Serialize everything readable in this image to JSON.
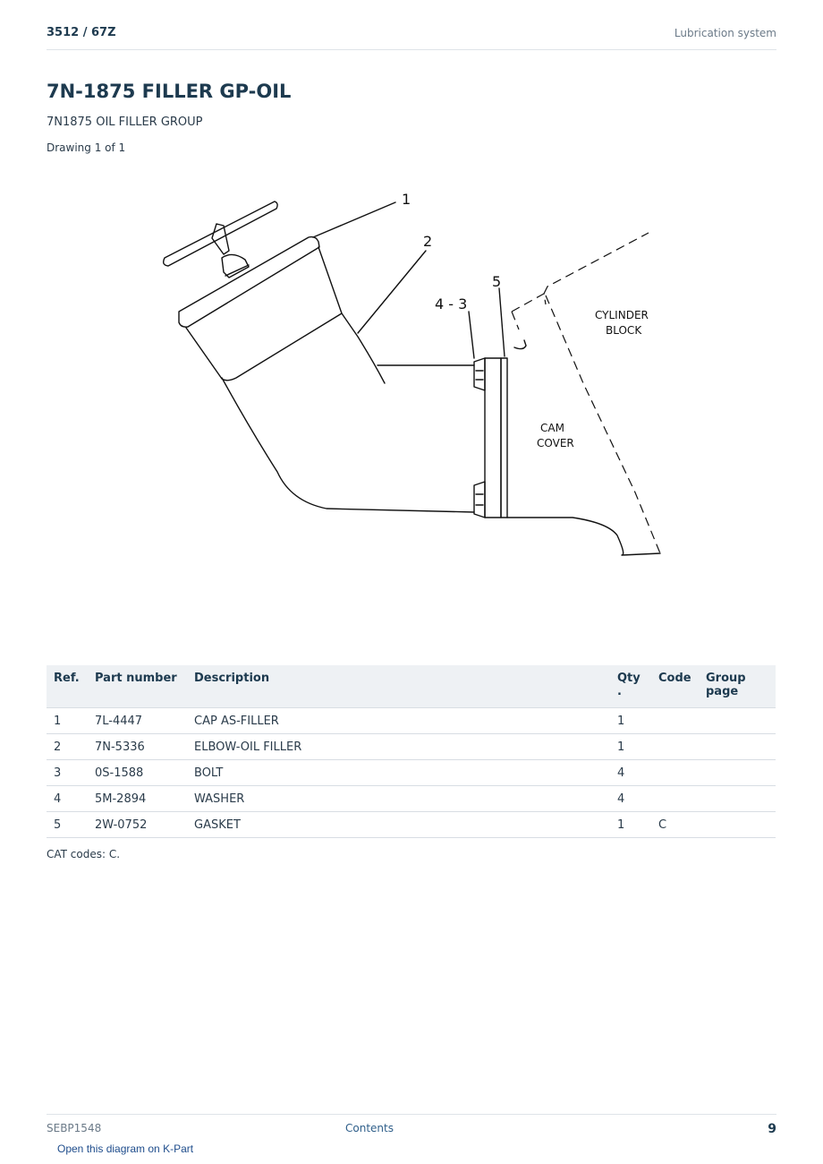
{
  "header": {
    "model": "3512  /  67Z",
    "section": "Lubrication system"
  },
  "title": "7N-1875 FILLER GP-OIL",
  "subtitle": "7N1875 OIL FILLER GROUP",
  "drawing_count": "Drawing 1 of 1",
  "diagram": {
    "callouts": [
      "1",
      "2",
      "4 - 3",
      "5"
    ],
    "labels": {
      "cylinder_block": [
        "CYLINDER",
        "BLOCK"
      ],
      "cam_cover": [
        "CAM",
        "COVER"
      ]
    }
  },
  "table": {
    "headers": {
      "ref": "Ref.",
      "part_number": "Part number",
      "description": "Description",
      "qty": "Qty\n.",
      "code": "Code",
      "group_page": "Group\npage"
    },
    "rows": [
      {
        "ref": "1",
        "part_number": "7L-4447",
        "description": "CAP AS-FILLER",
        "qty": "1",
        "code": "",
        "group_page": ""
      },
      {
        "ref": "2",
        "part_number": "7N-5336",
        "description": "ELBOW-OIL FILLER",
        "qty": "1",
        "code": "",
        "group_page": ""
      },
      {
        "ref": "3",
        "part_number": "0S-1588",
        "description": "BOLT",
        "qty": "4",
        "code": "",
        "group_page": ""
      },
      {
        "ref": "4",
        "part_number": "5M-2894",
        "description": "WASHER",
        "qty": "4",
        "code": "",
        "group_page": ""
      },
      {
        "ref": "5",
        "part_number": "2W-0752",
        "description": "GASKET",
        "qty": "1",
        "code": "C",
        "group_page": ""
      }
    ]
  },
  "cat_codes": "CAT codes: C.",
  "footer": {
    "doc_id": "SEBP1548",
    "contents_link": "Contents",
    "page_number": "9"
  },
  "kpart_link": "Open this diagram on K-Part"
}
